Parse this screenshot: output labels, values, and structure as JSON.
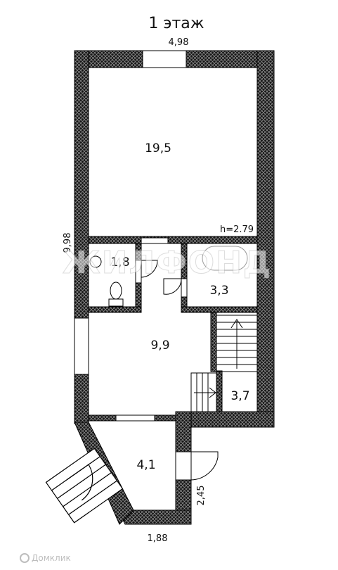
{
  "plan": {
    "title": "1 этаж",
    "dimensions": {
      "top_width": "4,98",
      "left_height": "9,98",
      "bottom_width": "1,88",
      "entry_length": "2,45"
    },
    "ceiling_height": "h=2.79",
    "rooms": {
      "main_room": "19,5",
      "wc": "1,8",
      "bath": "3,3",
      "hall": "9,9",
      "stair_room": "3,7",
      "vestibule": "4,1"
    }
  },
  "watermark": "ЖИЛФОНД",
  "brand": "Домклик"
}
